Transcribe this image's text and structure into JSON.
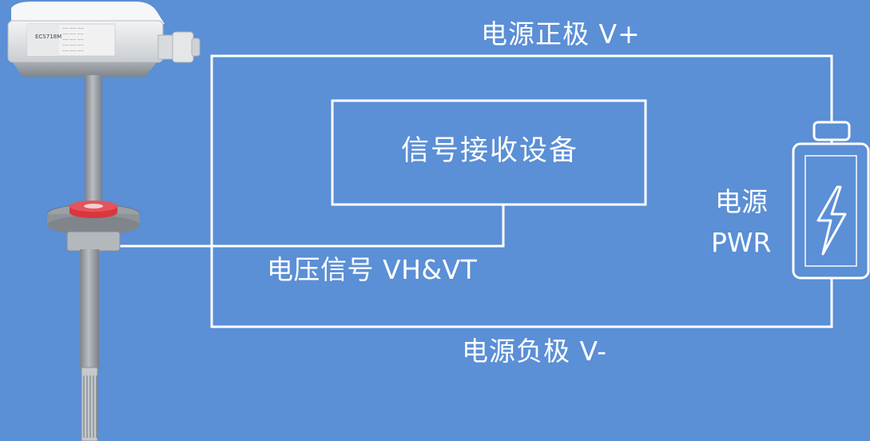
{
  "diagram": {
    "positive_terminal_label": "电源正极 V+",
    "negative_terminal_label": "电源负极 V-",
    "signal_label": "电压信号 VH&VT",
    "receiver_label": "信号接收设备",
    "power_title": "电源",
    "power_subtitle": "PWR",
    "colors": {
      "background": "#5b8fd6",
      "line": "#ffffff",
      "sensor_body": "#9aa0a6",
      "sensor_housing": "#e8eaec",
      "gasket": "#d9363e"
    }
  },
  "device": {
    "model_text": "ECS718M",
    "icon": "sensor-icon"
  },
  "power_source": {
    "icon": "lightning-icon"
  }
}
